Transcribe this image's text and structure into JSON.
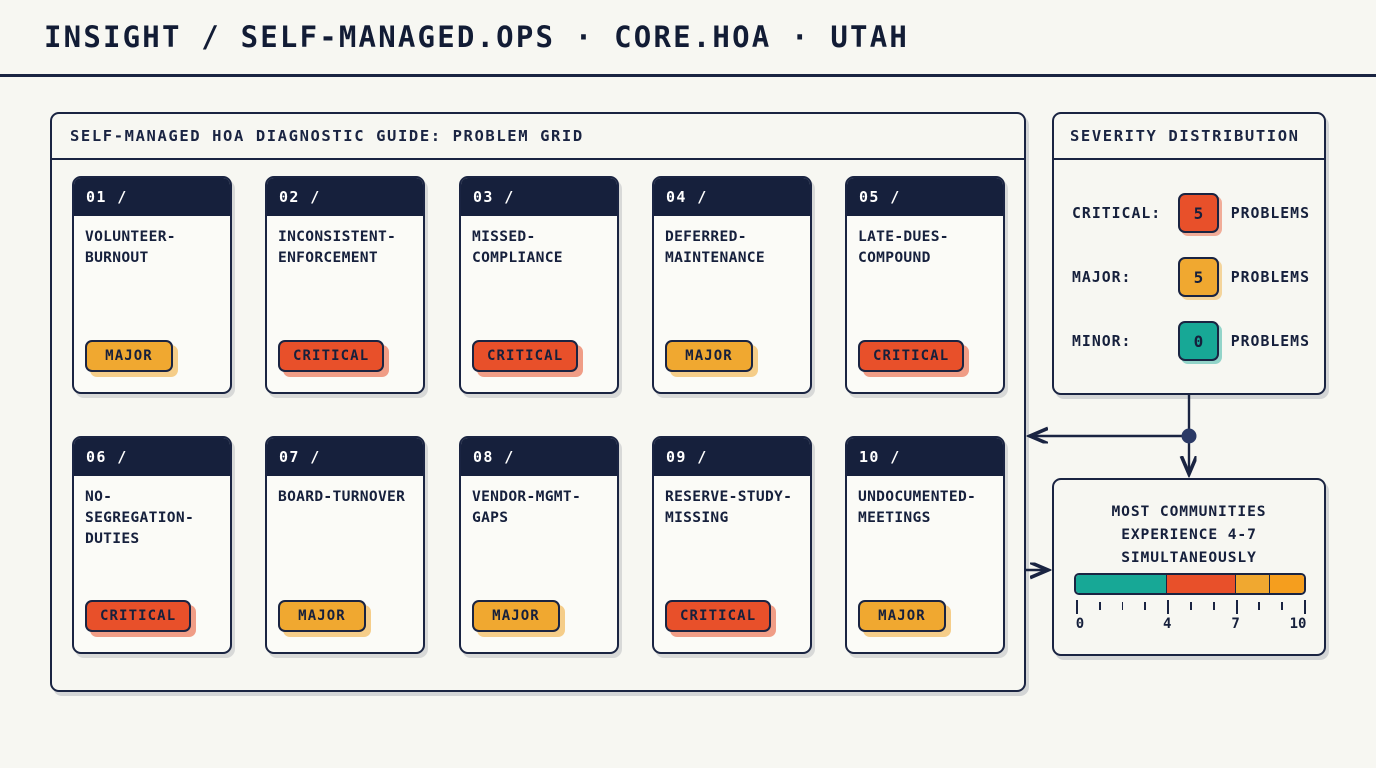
{
  "header": {
    "title": "INSIGHT / SELF-MANAGED.OPS · CORE.HOA · UTAH"
  },
  "grid_panel": {
    "header": "SELF-MANAGED HOA DIAGNOSTIC GUIDE: PROBLEM GRID",
    "cards": [
      {
        "num": "01 /",
        "title": "VOLUNTEER-BURNOUT",
        "badge": "MAJOR",
        "severity": "major"
      },
      {
        "num": "02 /",
        "title": "INCONSISTENT-ENFORCEMENT",
        "badge": "CRITICAL",
        "severity": "critical"
      },
      {
        "num": "03 /",
        "title": "MISSED-COMPLIANCE",
        "badge": "CRITICAL",
        "severity": "critical"
      },
      {
        "num": "04 /",
        "title": "DEFERRED-MAINTENANCE",
        "badge": "MAJOR",
        "severity": "major"
      },
      {
        "num": "05 /",
        "title": "LATE-DUES-COMPOUND",
        "badge": "CRITICAL",
        "severity": "critical"
      },
      {
        "num": "06 /",
        "title": "NO-SEGREGATION-DUTIES",
        "badge": "CRITICAL",
        "severity": "critical"
      },
      {
        "num": "07 /",
        "title": "BOARD-TURNOVER",
        "badge": "MAJOR",
        "severity": "major"
      },
      {
        "num": "08 /",
        "title": "VENDOR-MGMT-GAPS",
        "badge": "MAJOR",
        "severity": "major"
      },
      {
        "num": "09 /",
        "title": "RESERVE-STUDY-MISSING",
        "badge": "CRITICAL",
        "severity": "critical"
      },
      {
        "num": "10 /",
        "title": "UNDOCUMENTED-MEETINGS",
        "badge": "MAJOR",
        "severity": "major"
      }
    ]
  },
  "severity_panel": {
    "header": "SEVERITY DISTRIBUTION",
    "rows": [
      {
        "label": "CRITICAL:",
        "count": "5",
        "unit": "PROBLEMS",
        "color": "#E8502A"
      },
      {
        "label": "MAJOR:",
        "count": "5",
        "unit": "PROBLEMS",
        "color": "#F0A830"
      },
      {
        "label": "MINOR:",
        "count": "0",
        "unit": "PROBLEMS",
        "color": "#17A896"
      }
    ]
  },
  "callout_panel": {
    "text": "MOST COMMUNITIES EXPERIENCE 4-7 SIMULTANEOUSLY",
    "scale": {
      "min": 0,
      "max": 10,
      "tick_labels": [
        "0",
        "4",
        "7",
        "10"
      ],
      "tick_values": [
        0,
        4,
        7,
        10
      ],
      "segments": [
        {
          "from": 0,
          "to": 4,
          "color": "#17A896"
        },
        {
          "from": 4,
          "to": 7,
          "color": "#E8502A"
        },
        {
          "from": 7,
          "to": 8.5,
          "color": "#F0A830"
        },
        {
          "from": 8.5,
          "to": 10,
          "color": "#F59E1E"
        }
      ]
    }
  },
  "chart_data": {
    "type": "bar",
    "title": "SEVERITY DISTRIBUTION",
    "categories": [
      "CRITICAL",
      "MAJOR",
      "MINOR"
    ],
    "values": [
      5,
      5,
      0
    ],
    "xlabel": "",
    "ylabel": "PROBLEMS",
    "colors": [
      "#E8502A",
      "#F0A830",
      "#17A896"
    ]
  },
  "theme": {
    "ink": "#1A2442",
    "card_head": "#16203C",
    "background": "#F7F7F2",
    "critical": "#E8502A",
    "major": "#F0A830",
    "minor": "#17A896"
  }
}
